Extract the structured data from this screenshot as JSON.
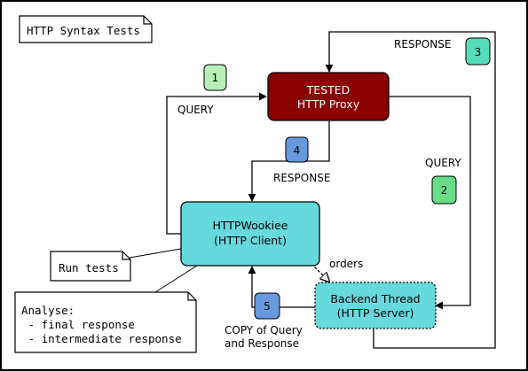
{
  "title_note": "HTTP Syntax Tests",
  "nodes": {
    "proxy": {
      "line1": "TESTED",
      "line2": "HTTP Proxy",
      "fill": "#8b0000",
      "text_color": "#ffffff"
    },
    "client": {
      "line1": "HTTPWookiee",
      "line2": "(HTTP Client)",
      "fill": "#66d9dd"
    },
    "backend": {
      "line1": "Backend Thread",
      "line2": "(HTTP Server)",
      "fill": "#66d9dd"
    }
  },
  "notes": {
    "run_tests": "Run tests",
    "analyse": {
      "title": "Analyse:",
      "line1": " - final response",
      "line2": " - intermediate response"
    }
  },
  "edge_labels": {
    "query_left": "QUERY",
    "response_top": "RESPONSE",
    "query_right": "QUERY",
    "response_mid": "RESPONSE",
    "orders": "orders",
    "copy_line1": "COPY of Query",
    "copy_line2": "and Response"
  },
  "steps": [
    {
      "label": "1",
      "color": "#b8efb8"
    },
    {
      "label": "2",
      "color": "#66dd88"
    },
    {
      "label": "3",
      "color": "#55ddbb"
    },
    {
      "label": "4",
      "color": "#6699dd"
    },
    {
      "label": "5",
      "color": "#6699dd"
    }
  ]
}
